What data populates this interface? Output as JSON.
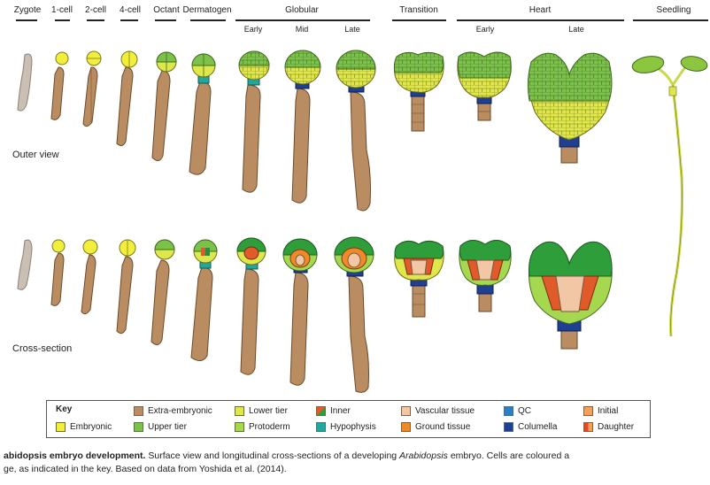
{
  "headers": {
    "zygote": "Zygote",
    "one_cell": "1-cell",
    "two_cell": "2-cell",
    "four_cell": "4-cell",
    "octant": "Octant",
    "dermatogen": "Dermatogen",
    "globular": "Globular",
    "transition": "Transition",
    "heart": "Heart",
    "seedling": "Seedling"
  },
  "subheaders": {
    "globular_early": "Early",
    "globular_mid": "Mid",
    "globular_late": "Late",
    "heart_early": "Early",
    "heart_late": "Late"
  },
  "row_labels": {
    "outer": "Outer view",
    "cross": "Cross-section"
  },
  "key": {
    "title": "Key",
    "items": [
      {
        "label": "Embryonic",
        "color": "#f2ef3c"
      },
      {
        "label": "Extra-embryonic",
        "color": "#b98c62"
      },
      {
        "label": "Upper tier",
        "color": "#7cc24a"
      },
      {
        "label": "Lower tier",
        "color": "#dfe84a"
      },
      {
        "label": "Protoderm",
        "color": "#a6d84f"
      },
      {
        "label": "Inner",
        "color": "#e05a2a"
      },
      {
        "label": "Hypophysis",
        "color": "#21a79b"
      },
      {
        "label": "Vascular tissue",
        "color": "#f2c7a6"
      },
      {
        "label": "Ground tissue",
        "color": "#f08a28"
      },
      {
        "label": "QC",
        "color": "#2b7fc6"
      },
      {
        "label": "Columella",
        "color": "#1f3f93"
      },
      {
        "label": "Initial",
        "color": "#f5a05a"
      },
      {
        "label": "Daughter",
        "color": "#e24a26"
      }
    ]
  },
  "caption": {
    "title": "abidopsis embryo development.",
    "text1": " Surface view and longitudinal cross-sections of a developing ",
    "italic": "Arabidopsis",
    "text2": " embryo. Cells are coloured a",
    "line2": "ge, as indicated in the key. Based on data from Yoshida et al. (2014)."
  }
}
